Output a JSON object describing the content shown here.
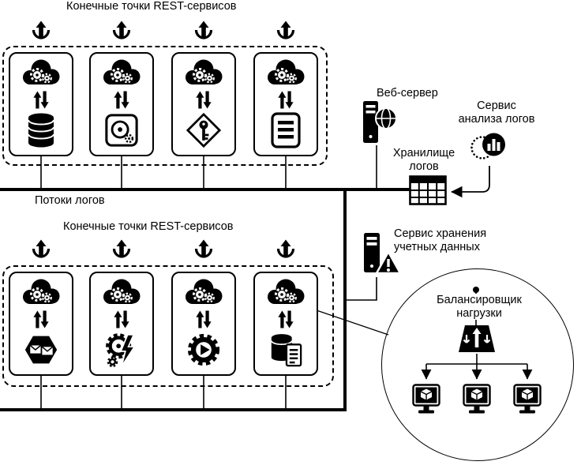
{
  "diagram": {
    "group1": {
      "title": "Конечные точки REST-сервисов",
      "endpoints": [
        {
          "port_icon": "upload-icon",
          "top_icon": "cloud-gears-icon",
          "link_icon": "exchange-arrows-icon",
          "bottom_icon": "database-icon"
        },
        {
          "port_icon": "upload-icon",
          "top_icon": "cloud-gears-icon",
          "link_icon": "exchange-arrows-icon",
          "bottom_icon": "hard-disk-icon"
        },
        {
          "port_icon": "upload-icon",
          "top_icon": "cloud-gears-icon",
          "link_icon": "exchange-arrows-icon",
          "bottom_icon": "key-icon"
        },
        {
          "port_icon": "upload-icon",
          "top_icon": "cloud-gears-icon",
          "link_icon": "exchange-arrows-icon",
          "bottom_icon": "document-list-icon"
        }
      ]
    },
    "group2": {
      "title": "Конечные точки REST-сервисов",
      "endpoints": [
        {
          "port_icon": "upload-icon",
          "top_icon": "cloud-gears-icon",
          "link_icon": "exchange-arrows-icon",
          "bottom_icon": "mail-hexagon-icon"
        },
        {
          "port_icon": "upload-icon",
          "top_icon": "cloud-gears-icon",
          "link_icon": "exchange-arrows-icon",
          "bottom_icon": "gear-lightning-icon"
        },
        {
          "port_icon": "upload-icon",
          "top_icon": "cloud-gears-icon",
          "link_icon": "exchange-arrows-icon",
          "bottom_icon": "gear-play-icon"
        },
        {
          "port_icon": "upload-icon",
          "top_icon": "cloud-gears-icon",
          "link_icon": "exchange-arrows-icon",
          "bottom_icon": "database-report-icon"
        }
      ]
    },
    "bus_label": "Потоки логов",
    "web_server": {
      "label": "Веб-сервер",
      "icon": "web-server-icon"
    },
    "log_analysis": {
      "label": "Сервис\nанализа логов",
      "icon": "log-analysis-icon"
    },
    "log_storage": {
      "label": "Хранилище\nлогов",
      "icon": "log-table-icon"
    },
    "credentials": {
      "label": "Сервис хранения\nучетных данных",
      "icon": "credentials-server-icon"
    },
    "load_balancer": {
      "label": "Балансировщик\nнагрузки",
      "icon": "load-balancer-icon",
      "nodes": [
        "monitor-cube-icon",
        "monitor-cube-icon",
        "monitor-cube-icon"
      ]
    },
    "colors": {
      "ink": "#000000",
      "background": "#ffffff"
    }
  }
}
